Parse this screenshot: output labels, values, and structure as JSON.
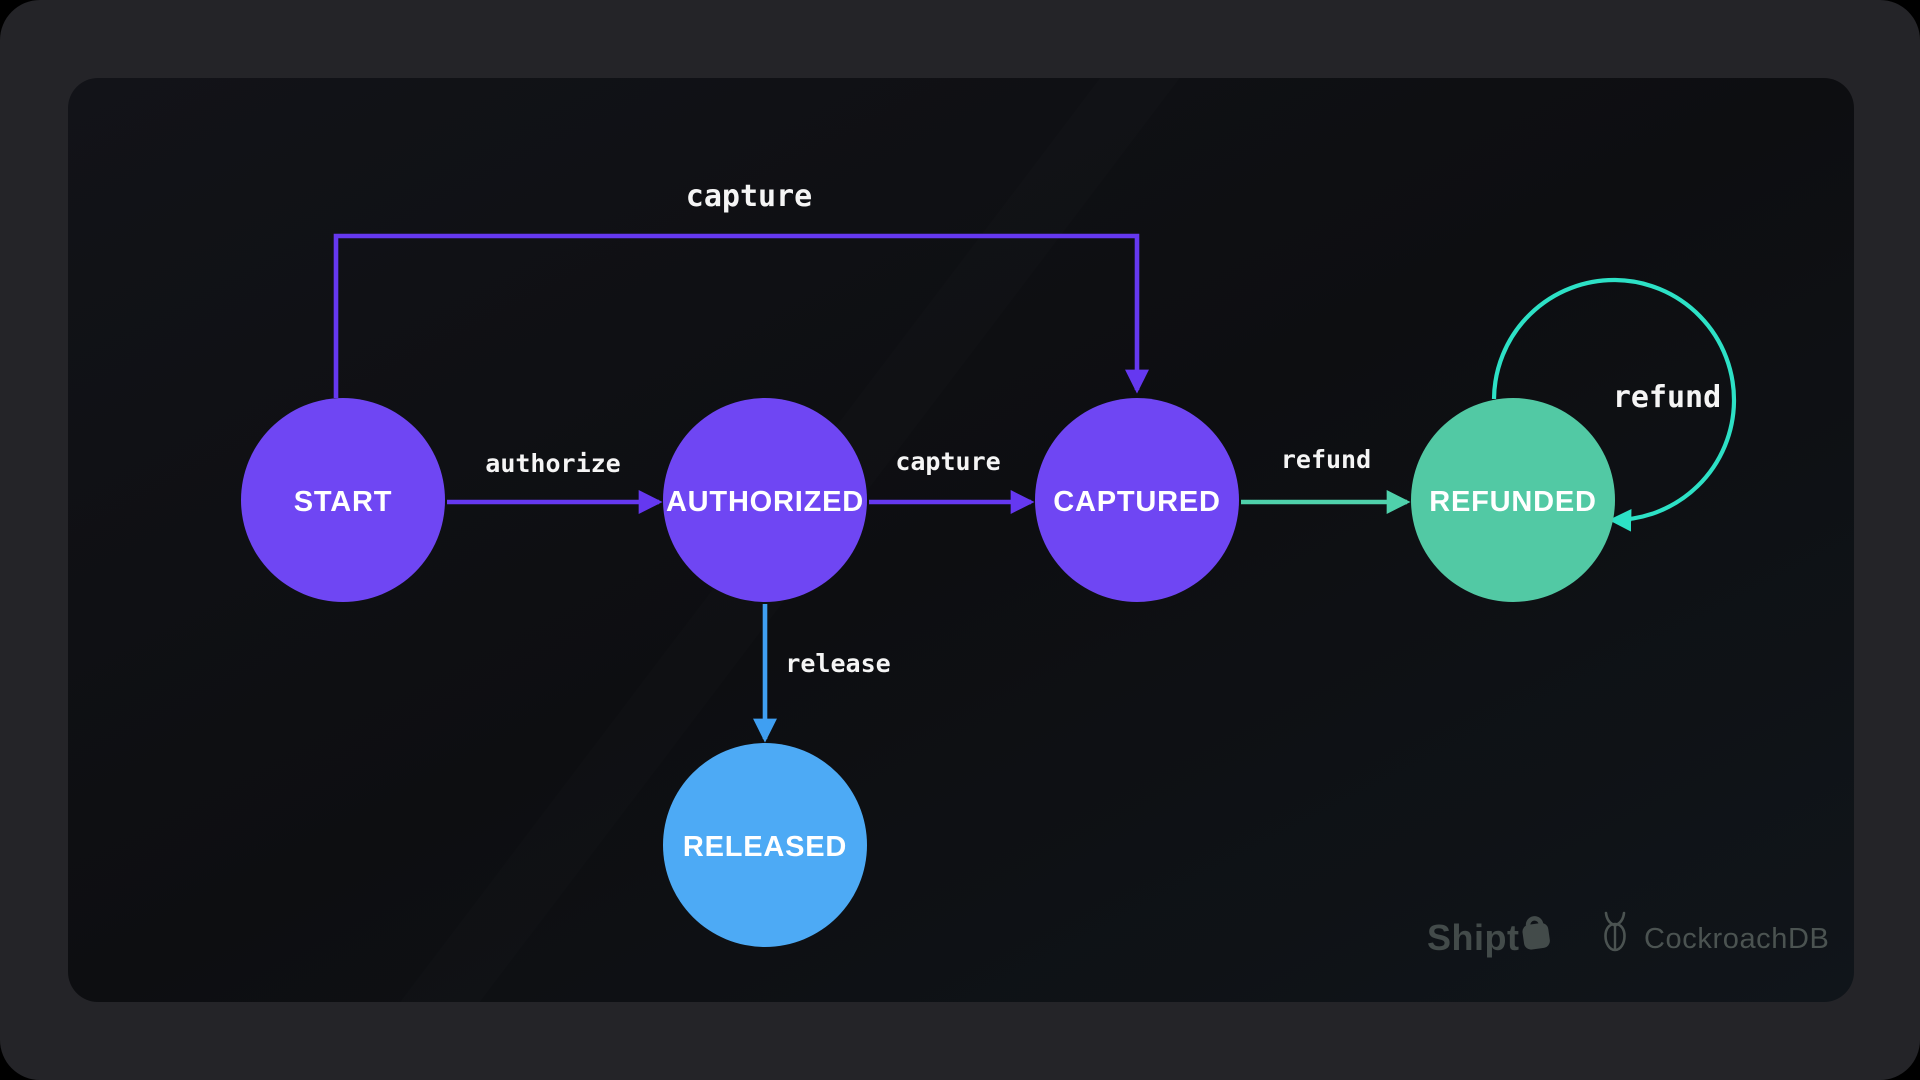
{
  "colors": {
    "purple_node": "#6F46F3",
    "purple_edge": "#6538F0",
    "teal_node": "#52C9A4",
    "teal_edge": "#4FD1AB",
    "teal_loop": "#2DE1C6",
    "blue_node": "#4DAAF5",
    "blue_edge": "#3F9FF2",
    "panel_bg": "#101116",
    "frame_bg": "#242428",
    "shipt_gray": "#434B4A",
    "cockroach_gray": "#4B5351"
  },
  "diagram": {
    "type": "state-machine",
    "nodes": [
      {
        "id": "start",
        "label": "START"
      },
      {
        "id": "authorized",
        "label": "AUTHORIZED"
      },
      {
        "id": "captured",
        "label": "CAPTURED"
      },
      {
        "id": "refunded",
        "label": "REFUNDED"
      },
      {
        "id": "released",
        "label": "RELEASED"
      }
    ],
    "edges": [
      {
        "from": "start",
        "to": "authorized",
        "label": "authorize"
      },
      {
        "from": "authorized",
        "to": "captured",
        "label": "capture"
      },
      {
        "from": "captured",
        "to": "refunded",
        "label": "refund"
      },
      {
        "from": "start",
        "to": "captured",
        "label": "capture"
      },
      {
        "from": "authorized",
        "to": "released",
        "label": "release"
      },
      {
        "from": "refunded",
        "to": "refunded",
        "label": "refund"
      }
    ]
  },
  "footer": {
    "shipt": "Shipt",
    "cockroachdb": "CockroachDB"
  }
}
